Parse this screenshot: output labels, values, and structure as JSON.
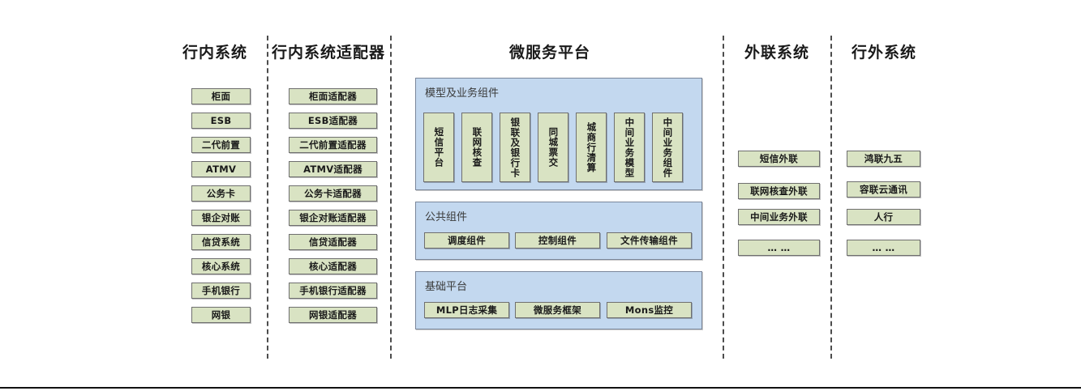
{
  "columns": {
    "internal": {
      "title": "行内系统",
      "items": [
        "柜面",
        "ESB",
        "二代前置",
        "ATMV",
        "公务卡",
        "银企对账",
        "信贷系统",
        "核心系统",
        "手机银行",
        "网银"
      ]
    },
    "internal_adapter": {
      "title": "行内系统适配器",
      "items": [
        "柜面适配器",
        "ESB适配器",
        "二代前置适配器",
        "ATMV适配器",
        "公务卡适配器",
        "银企对账适配器",
        "信贷适配器",
        "核心适配器",
        "手机银行适配器",
        "网银适配器"
      ]
    },
    "platform": {
      "title": "微服务平台",
      "groups": [
        {
          "label": "模型及业务组件",
          "orientation": "vertical",
          "items": [
            "短信平台",
            "联网核查",
            "银联及银行卡",
            "同城票交",
            "城商行清算",
            "中间业务模型",
            "中间业务组件"
          ]
        },
        {
          "label": "公共组件",
          "orientation": "horizontal",
          "items": [
            "调度组件",
            "控制组件",
            "文件传输组件"
          ]
        },
        {
          "label": "基础平台",
          "orientation": "horizontal",
          "items": [
            "MLP日志采集",
            "微服务框架",
            "Mons监控"
          ]
        }
      ]
    },
    "external_link": {
      "title": "外联系统",
      "items": [
        "短信外联",
        "联网核查外联",
        "中间业务外联",
        "… …"
      ]
    },
    "outside": {
      "title": "行外系统",
      "items": [
        "鸿联九五",
        "容联云通讯",
        "人行",
        "… …"
      ]
    }
  },
  "colors": {
    "node_fill": "#d9e3c3",
    "node_border": "#6f6f6f",
    "panel_fill": "#c3d8ef",
    "panel_border": "#7a869a",
    "divider": "#4d4d4d",
    "text": "#1a1a1a"
  }
}
